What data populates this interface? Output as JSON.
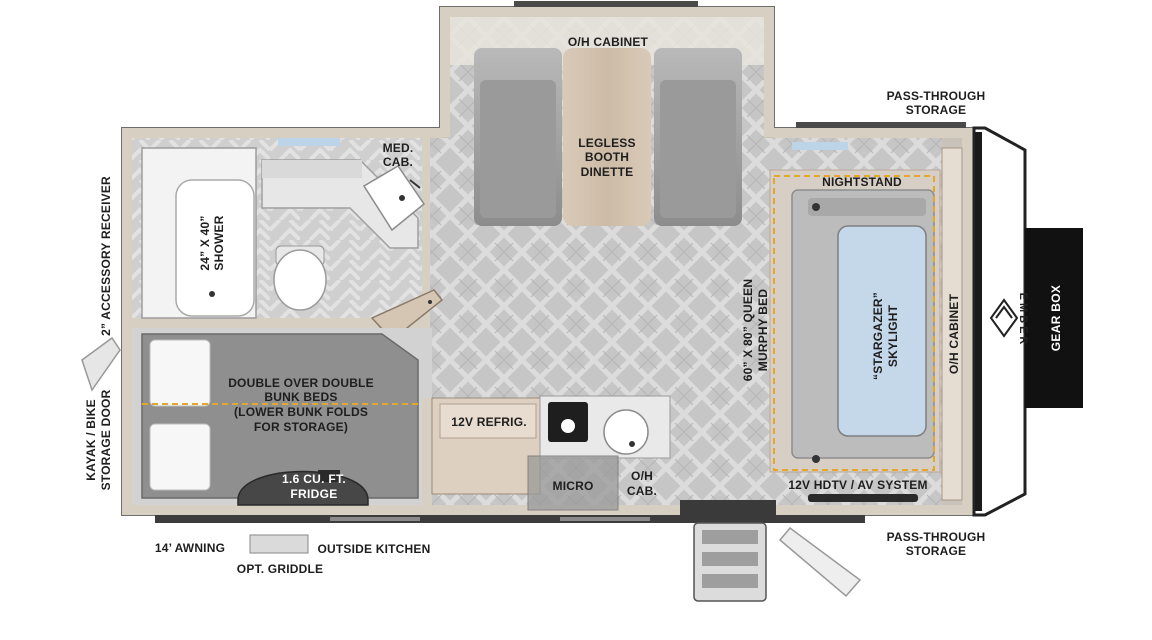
{
  "brand": {
    "name": "EMBER"
  },
  "labels": {
    "oh_cabinet_top": "O/H CABINET",
    "med_cab_1": "MED.",
    "med_cab_2": "CAB.",
    "dinette_1": "LEGLESS",
    "dinette_2": "BOOTH",
    "dinette_3": "DINETTE",
    "pass_through_top_1": "PASS-THROUGH",
    "pass_through_top_2": "STORAGE",
    "nightstand": "NIGHTSTAND",
    "shower_1": "24” X 40”",
    "shower_2": "SHOWER",
    "accessory_receiver": "2” ACCESSORY RECEIVER",
    "murphy_1": "60” X 80” QUEEN",
    "murphy_2": "MURPHY BED",
    "skylight_1": "“STARGAZER”",
    "skylight_2": "SKYLIGHT",
    "oh_cabinet_right": "O/H CABINET",
    "gear_box": "GEAR BOX",
    "bunk_1": "DOUBLE OVER DOUBLE",
    "bunk_2": "BUNK BEDS",
    "bunk_3": "(LOWER BUNK FOLDS",
    "bunk_4": "FOR STORAGE)",
    "refrig": "12V REFRIG.",
    "kayak_1": "KAYAK / BIKE",
    "kayak_2": "STORAGE DOOR",
    "fridge_1": "1.6 CU. FT.",
    "fridge_2": "FRIDGE",
    "micro": "MICRO",
    "oh_cab_1": "O/H",
    "oh_cab_2": "CAB.",
    "hdtv": "12V HDTV / AV SYSTEM",
    "awning": "14’ AWNING",
    "outside_kitchen": "OUTSIDE KITCHEN",
    "griddle": "OPT. GRIDDLE",
    "pass_through_bottom_1": "PASS-THROUGH",
    "pass_through_bottom_2": "STORAGE"
  },
  "colors": {
    "floor": "#c7c7c7",
    "herringbone": "#dadada",
    "wall": "#d8cfc3",
    "wall_edge": "#777777",
    "cabinet_wood": "#d3c2af",
    "bunk_grey": "#8f8f8f",
    "bed_mattress": "#b9bcc0",
    "dashed_line": "#e3a82b",
    "gear_box": "#111111"
  }
}
